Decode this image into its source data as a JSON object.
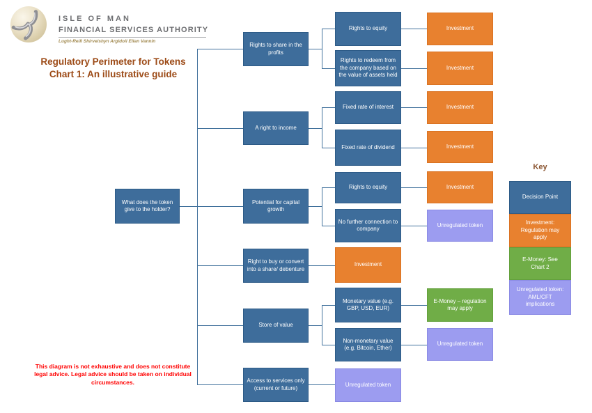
{
  "header": {
    "logo": "isle-of-man-fsa-triskelion-logo",
    "org_line1": "ISLE OF MAN",
    "org_line2": "FINANCIAL SERVICES AUTHORITY",
    "tagline": "Lught-Reill Shirveishyn Argidoil Ellan Vannin"
  },
  "title": {
    "line1": "Regulatory Perimeter for Tokens",
    "line2": "Chart 1: An illustrative guide"
  },
  "flow": {
    "root": {
      "label": "What does the token give to the holder?"
    },
    "branches": [
      {
        "label": "Rights to share in the profits",
        "children": [
          {
            "label": "Rights to equity",
            "outcome": "Investment",
            "outcome_type": "investment"
          },
          {
            "label": "Rights to redeem from the company based on the value of assets held",
            "outcome": "Investment",
            "outcome_type": "investment"
          }
        ]
      },
      {
        "label": "A right to income",
        "children": [
          {
            "label": "Fixed rate of interest",
            "outcome": "Investment",
            "outcome_type": "investment"
          },
          {
            "label": "Fixed rate of dividend",
            "outcome": "Investment",
            "outcome_type": "investment"
          }
        ]
      },
      {
        "label": "Potential for capital growth",
        "children": [
          {
            "label": "Rights to equity",
            "outcome": "Investment",
            "outcome_type": "investment"
          },
          {
            "label": "No further connection to company",
            "outcome": "Unregulated token",
            "outcome_type": "unregulated"
          }
        ]
      },
      {
        "label": "Right to buy or convert into a share/ debenture",
        "outcome": "Investment",
        "outcome_type": "investment"
      },
      {
        "label": "Store of value",
        "children": [
          {
            "label": "Monetary value (e.g. GBP, USD, EUR)",
            "outcome": "E-Money – regulation may apply",
            "outcome_type": "emoney"
          },
          {
            "label": "Non-monetary value (e.g. Bitcoin, Ether)",
            "outcome": "Unregulated token",
            "outcome_type": "unregulated"
          }
        ]
      },
      {
        "label": "Access to services only (current or future)",
        "outcome": "Unregulated token",
        "outcome_type": "unregulated"
      }
    ]
  },
  "key": {
    "title": "Key",
    "items": [
      {
        "label": "Decision Point",
        "type": "decision",
        "color": "#3E6D9B"
      },
      {
        "label": "Investment: Regulation may apply",
        "type": "investment",
        "color": "#E8812F"
      },
      {
        "label": "E-Money: See Chart 2",
        "type": "emoney",
        "color": "#70AD47"
      },
      {
        "label": "Unregulated token: AML/CFT implications",
        "type": "unregulated",
        "color": "#9C9CF0"
      }
    ]
  },
  "disclaimer": "This diagram is not exhaustive and does not constitute legal advice. Legal advice should be taken on individual circumstances.",
  "colors": {
    "decision": "#3E6D9B",
    "investment": "#E8812F",
    "emoney": "#70AD47",
    "unregulated": "#9C9CF0",
    "connector": "#41719C",
    "title_text": "#9C4A16",
    "key_title_text": "#8A5430",
    "disclaimer_text": "#FF0000",
    "org_text": "#6D6E71"
  }
}
